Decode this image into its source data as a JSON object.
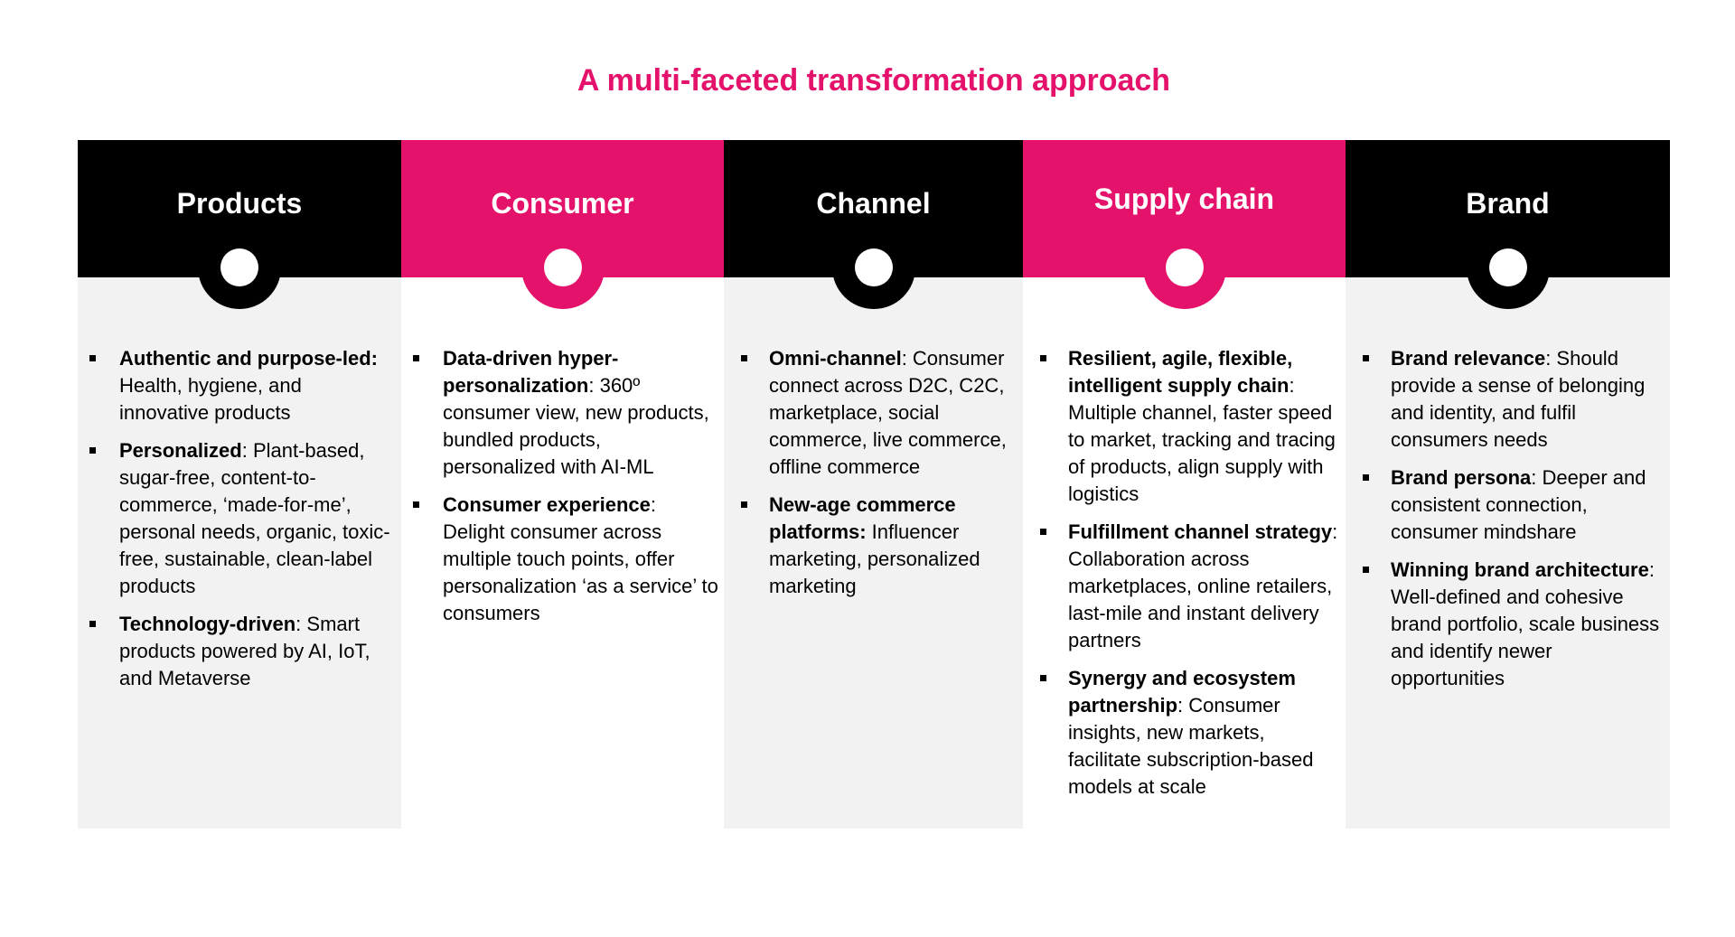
{
  "title": "A multi-faceted transformation approach",
  "columns": [
    {
      "heading": "Products",
      "items": [
        {
          "bold": "Authentic and purpose-led:",
          "text": " Health, hygiene, and innovative products"
        },
        {
          "bold": "Personalized",
          "text": ": Plant-based, sugar-free, content-to-commerce, ‘made-for-me’, personal needs, organic, toxic-free, sustainable, clean-label products"
        },
        {
          "bold": "Technology-driven",
          "text": ": Smart products powered by AI, IoT, and Metaverse"
        }
      ]
    },
    {
      "heading": "Consumer",
      "items": [
        {
          "bold": "Data-driven hyper-personalization",
          "text": ": 360º consumer view, new products, bundled products, personalized with AI-ML"
        },
        {
          "bold": "Consumer experience",
          "text": ": Delight consumer across multiple touch points, offer personalization ‘as a service’ to consumers"
        }
      ]
    },
    {
      "heading": "Channel",
      "items": [
        {
          "bold": "Omni-channel",
          "text": ": Consumer connect across D2C, C2C, marketplace, social commerce, live commerce, offline commerce"
        },
        {
          "bold": "New-age commerce platforms:",
          "text": " Influencer marketing, personalized marketing"
        }
      ]
    },
    {
      "heading": "Supply chain",
      "items": [
        {
          "bold": "Resilient, agile, flexible, intelligent supply chain",
          "text": ": Multiple channel, faster speed to market, tracking and tracing of products, align supply with logistics"
        },
        {
          "bold": "Fulfillment channel strategy",
          "text": ": Collaboration across marketplaces, online retailers, last-mile and instant delivery partners"
        },
        {
          "bold": "Synergy and ecosystem partnership",
          "text": ": Consumer insights, new markets, facilitate subscription-based models at scale"
        }
      ]
    },
    {
      "heading": "Brand",
      "items": [
        {
          "bold": "Brand relevance",
          "text": ": Should provide a sense of belonging and identity, and fulfil consumers needs"
        },
        {
          "bold": "Brand persona",
          "text": ": Deeper and consistent connection, consumer mindshare"
        },
        {
          "bold": "Winning brand architecture",
          "text": ": Well-defined and cohesive brand portfolio, scale business and identify newer opportunities"
        }
      ]
    }
  ],
  "colors": {
    "accent": "#e5126b",
    "dark": "#000000",
    "panel_grey": "#f2f2f2"
  }
}
